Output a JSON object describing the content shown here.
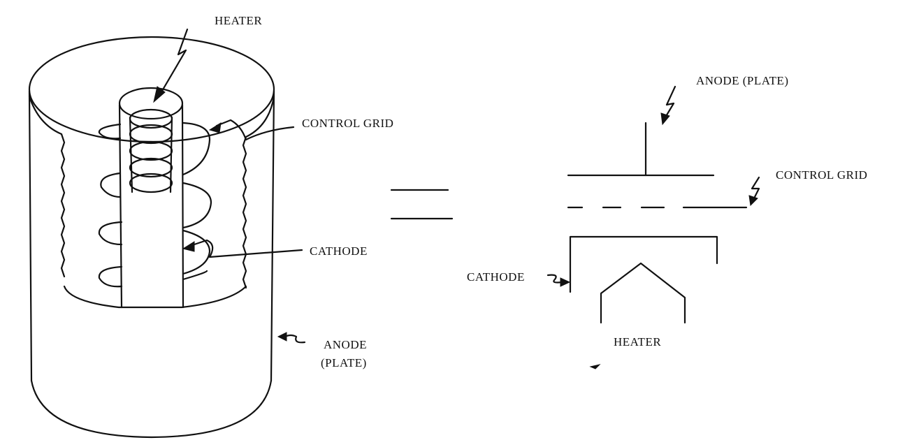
{
  "labels": {
    "tube_heater": "HEATER",
    "tube_control_grid": "CONTROL GRID",
    "tube_cathode": "CATHODE",
    "tube_anode_line1": "ANODE",
    "tube_anode_line2": "(PLATE)",
    "symbol_anode": "ANODE (PLATE)",
    "symbol_control_grid": "CONTROL GRID",
    "symbol_cathode": "CATHODE",
    "symbol_heater": "HEATER"
  },
  "colors": {
    "ink": "#111111",
    "background": "#ffffff"
  }
}
